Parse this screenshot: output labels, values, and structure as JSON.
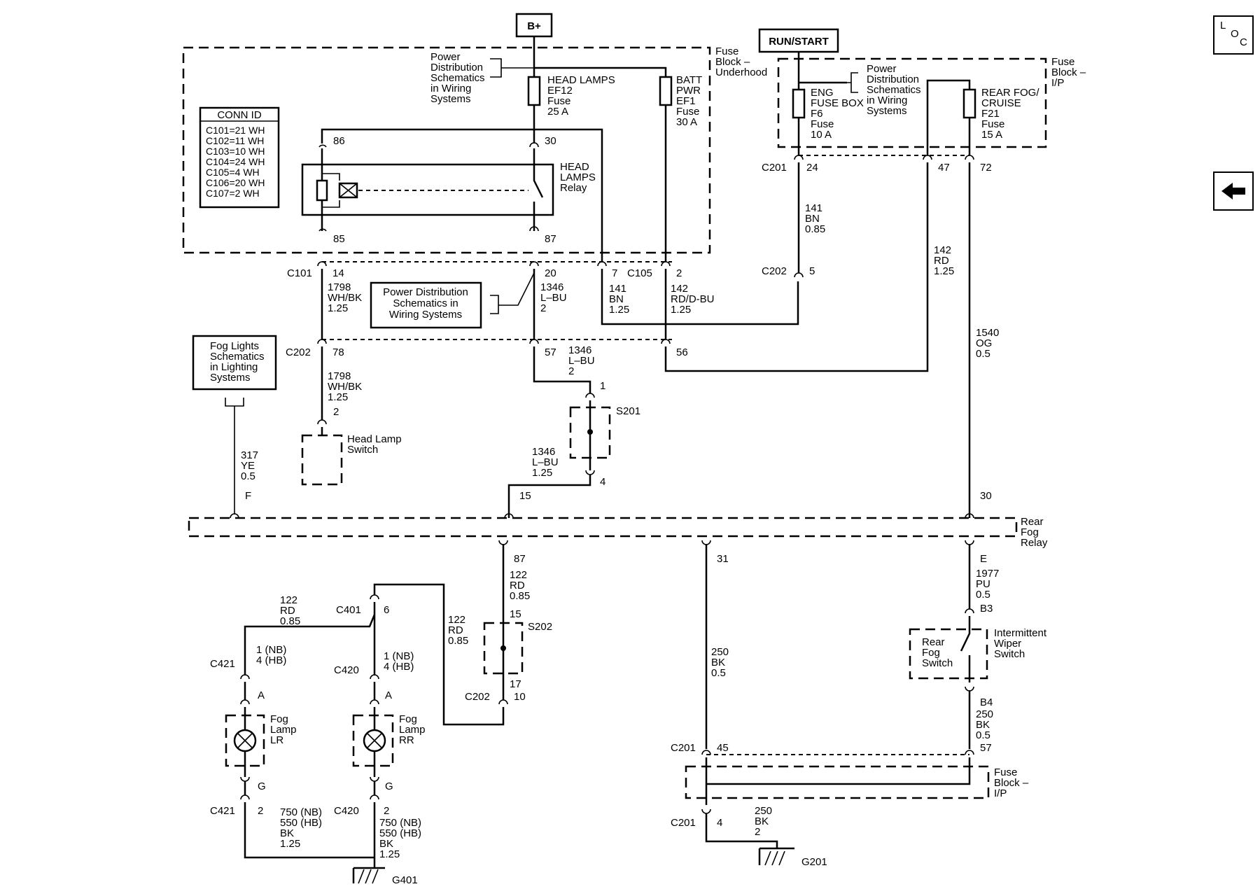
{
  "nav": {
    "loc_letters": [
      "L",
      "O",
      "C"
    ],
    "back_icon": "left-arrow-icon"
  },
  "power": {
    "bplus": "B+",
    "run_start": "RUN/START"
  },
  "labels": {
    "pd_top": [
      "Power",
      "Distribution",
      "Schematics",
      "in Wiring",
      "Systems"
    ],
    "pd_ip": [
      "Power",
      "Distribution",
      "Schematics",
      "in Wiring",
      "Systems"
    ],
    "pd_mid": [
      "Power Distribution",
      "Schematics in",
      "Wiring Systems"
    ],
    "fog_sch": [
      "Fog Lights",
      "Schematics",
      "in Lighting",
      "Systems"
    ],
    "fuse_underhood": [
      "Fuse",
      "Block –",
      "Underhood"
    ],
    "fuse_ip": [
      "Fuse",
      "Block –",
      "I/P"
    ],
    "fuse_ip_bottom": [
      "Fuse",
      "Block –",
      "I/P"
    ],
    "head_relay": [
      "HEAD",
      "LAMPS",
      "Relay"
    ],
    "rear_fog_relay": [
      "Rear",
      "Fog",
      "Relay"
    ],
    "head_lamp_switch": [
      "Head Lamp",
      "Switch"
    ],
    "rear_fog_switch": [
      "Rear",
      "Fog",
      "Switch"
    ],
    "intermittent_wiper": [
      "Intermittent",
      "Wiper",
      "Switch"
    ],
    "fog_lamp_lr": [
      "Fog",
      "Lamp",
      "LR"
    ],
    "fog_lamp_rr": [
      "Fog",
      "Lamp",
      "RR"
    ]
  },
  "fuses": {
    "head": [
      "HEAD LAMPS",
      "EF12",
      "Fuse",
      "25 A"
    ],
    "batt": [
      "BATT",
      "PWR",
      "EF1",
      "Fuse",
      "30 A"
    ],
    "eng": [
      "ENG",
      "FUSE BOX",
      "F6",
      "Fuse",
      "10 A"
    ],
    "rear": [
      "REAR FOG/",
      "CRUISE",
      "F21",
      "Fuse",
      "15 A"
    ]
  },
  "conn_id": {
    "title": "CONN ID",
    "rows": [
      "C101=21 WH",
      "C102=11 WH",
      "C103=10 WH",
      "C104=24 WH",
      "C105=4 WH",
      "C106=20 WH",
      "C107=2 WH"
    ]
  },
  "connectors": {
    "c101": "C101",
    "c105": "C105",
    "c202a": "C202",
    "c202b": "C202",
    "c202c": "C202",
    "c201a": "C201",
    "c201b": "C201",
    "c201c": "C201",
    "c401": "C401",
    "c421a": "C421",
    "c421b": "C421",
    "c420a": "C420",
    "c420b": "C420",
    "s201": "S201",
    "s202": "S202",
    "g201": "G201",
    "g401": "G401"
  },
  "pins": {
    "p86": "86",
    "p30a": "30",
    "p85": "85",
    "p87a": "87",
    "p14": "14",
    "p20": "20",
    "p7": "7",
    "p2a": "2",
    "p78": "78",
    "p57a": "57",
    "p56": "56",
    "p2b": "2",
    "p1": "1",
    "p4a": "4",
    "pF": "F",
    "p15a": "15",
    "p30b": "30",
    "p87b": "87",
    "p31": "31",
    "pE": "E",
    "p15b": "15",
    "p17": "17",
    "p10": "10",
    "p6": "6",
    "pA1": "A",
    "pA2": "A",
    "pG1": "G",
    "pG2": "G",
    "p2c": "2",
    "p2d": "2",
    "pB3": "B3",
    "pB4": "B4",
    "p45": "45",
    "p57b": "57",
    "p4b": "4",
    "p24": "24",
    "p47": "47",
    "p72": "72",
    "p5": "5"
  },
  "wires": {
    "w1798a": [
      "1798",
      "WH/BK",
      "1.25"
    ],
    "w1346a": [
      "1346",
      "L–BU",
      "2"
    ],
    "w141a": [
      "141",
      "BN",
      "1.25"
    ],
    "w142a": [
      "142",
      "RD/D-BU",
      "1.25"
    ],
    "w1798b": [
      "1798",
      "WH/BK",
      "1.25"
    ],
    "w1346b": [
      "1346",
      "L–BU",
      "2"
    ],
    "w1346c": [
      "1346",
      "L–BU",
      "1.25"
    ],
    "w317": [
      "317",
      "YE",
      "0.5"
    ],
    "w141b": [
      "141",
      "BN",
      "0.85"
    ],
    "w142b": [
      "142",
      "RD",
      "1.25"
    ],
    "w1540": [
      "1540",
      "OG",
      "0.5"
    ],
    "w122a": [
      "122",
      "RD",
      "0.85"
    ],
    "w122b": [
      "122",
      "RD",
      "0.85"
    ],
    "w122c": [
      "122",
      "RD",
      "0.85"
    ],
    "w1nb_l": [
      "1 (NB)",
      "4 (HB)"
    ],
    "w1nb_r": [
      "1 (NB)",
      "4 (HB)"
    ],
    "w750_l": [
      "750 (NB)",
      "550 (HB)",
      "BK",
      "1.25"
    ],
    "w750_r": [
      "750 (NB)",
      "550 (HB)",
      "BK",
      "1.25"
    ],
    "w250a": [
      "250",
      "BK",
      "0.5"
    ],
    "w1977": [
      "1977",
      "PU",
      "0.5"
    ],
    "w250b": [
      "250",
      "BK",
      "0.5"
    ],
    "w250c": [
      "250",
      "BK",
      "2"
    ]
  }
}
